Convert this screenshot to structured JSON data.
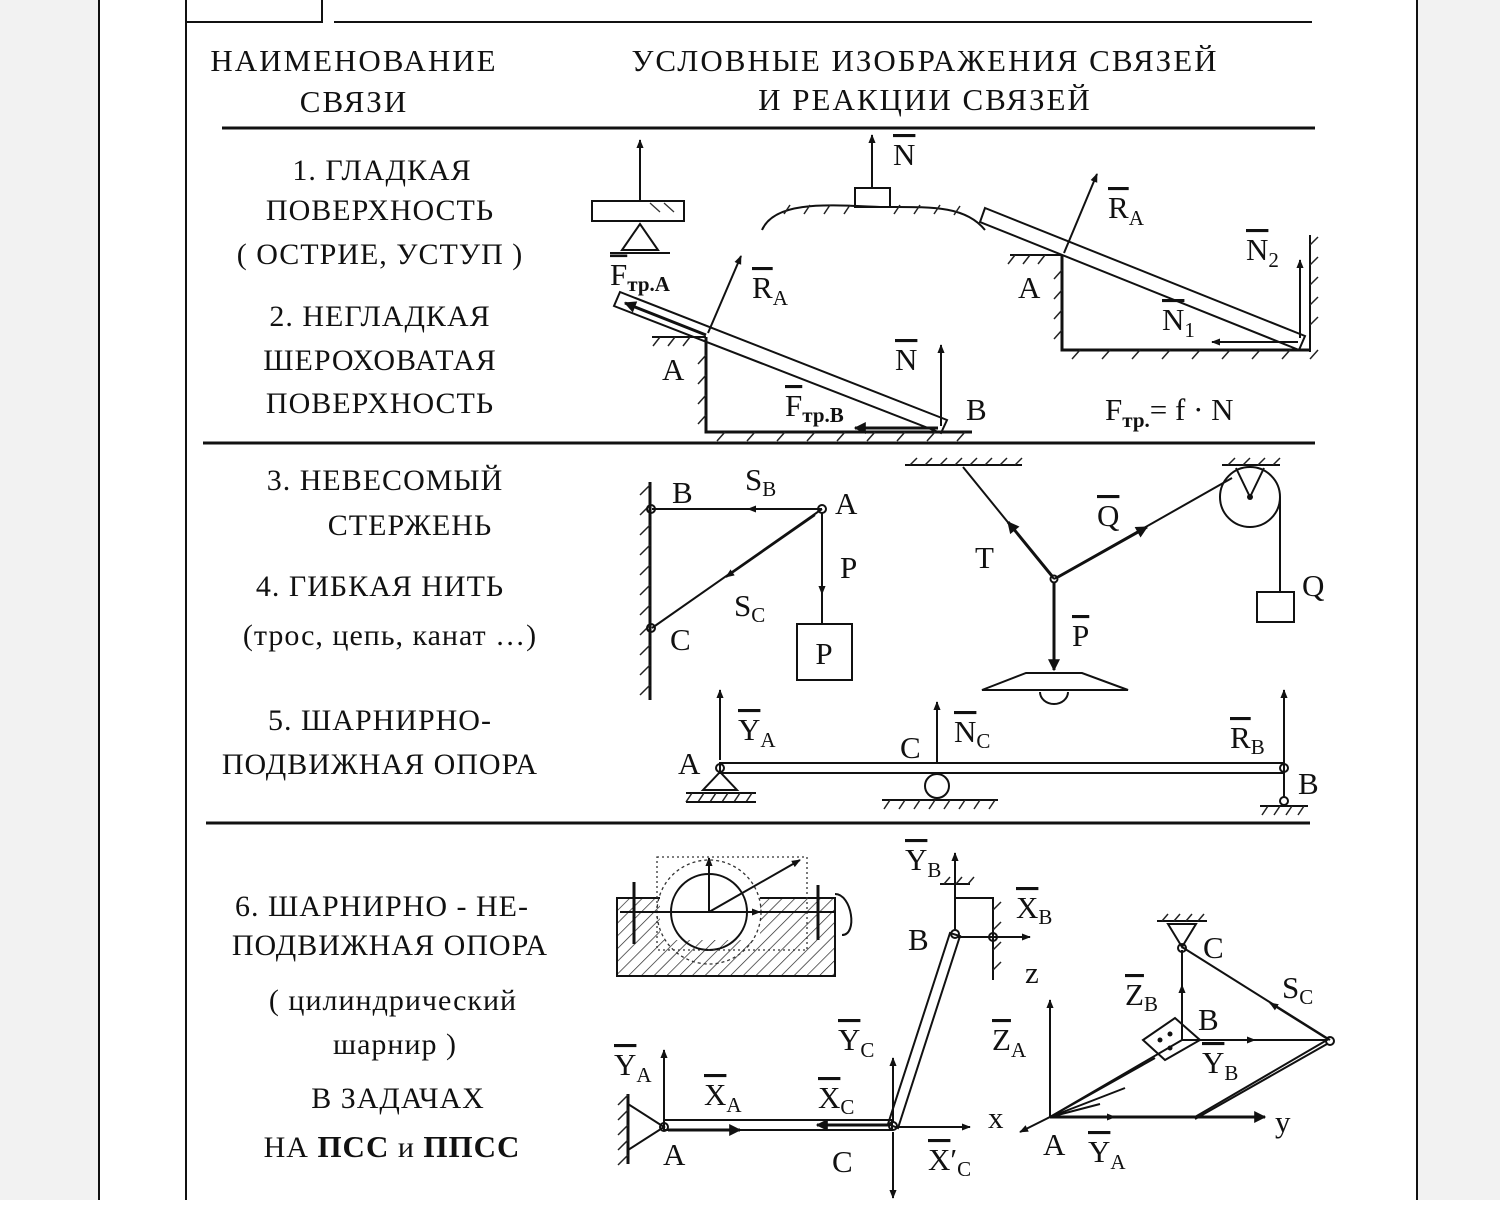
{
  "header": {
    "col1_line1": "НАИМЕНОВАНИЕ",
    "col1_line2": "СВЯЗИ",
    "col2_line1": "УСЛОВНЫЕ  ИЗОБРАЖЕНИЯ  СВЯЗЕЙ",
    "col2_line2": "И  РЕАКЦИИ  СВЯЗЕЙ"
  },
  "rows": {
    "r1": [
      "1.  ГЛАДКАЯ",
      "ПОВЕРХНОСТЬ",
      "( ОСТРИЕ,  УСТУП )"
    ],
    "r2": [
      "2.  НЕГЛАДКАЯ",
      "ШЕРОХОВАТАЯ",
      "ПОВЕРХНОСТЬ"
    ],
    "r3": [
      "3.  НЕВЕСОМЫЙ",
      "СТЕРЖЕНЬ"
    ],
    "r4": [
      "4.  ГИБКАЯ  НИТЬ",
      "(трос, цепь, канат …)"
    ],
    "r5": [
      "5.    ШАРНИРНО-",
      "ПОДВИЖНАЯ ОПОРА"
    ],
    "r6": [
      "6.    ШАРНИРНО - НЕ-",
      "ПОДВИЖНАЯ ОПОРА",
      "( цилиндрический",
      "шарнир )",
      "В  ЗАДАЧАХ"
    ],
    "r6_last": {
      "pre": "НА  ",
      "b1": "ПСС",
      "mid": " и   ",
      "b2": "ППСС"
    }
  },
  "labels": {
    "N": "N",
    "R": "R",
    "A": "A",
    "B": "B",
    "C": "C",
    "F": "F",
    "sub_A": "A",
    "sub_fr_A": "тр.A",
    "sub_fr_B": "тр.B",
    "sub_fr": "тр.",
    "N1": "N",
    "sub1": "1",
    "N2": "N",
    "sub2": "2",
    "formula_rhs": "= f · N",
    "S": "S",
    "sub_B": "B",
    "sub_C": "C",
    "P": "P",
    "T": "T",
    "Q": "Q",
    "Y": "Y",
    "X": "X",
    "Z": "Z",
    "ax_x": "x",
    "ax_y": "y",
    "ax_z": "z",
    "prime": "′"
  },
  "colors": {
    "ink": "#111111",
    "page": "#ffffff",
    "margin": "#f2f2f2"
  }
}
